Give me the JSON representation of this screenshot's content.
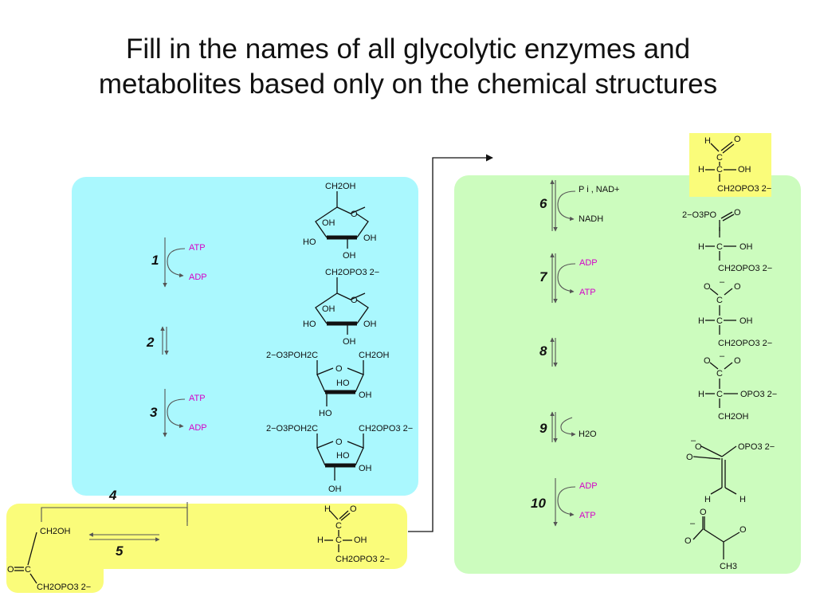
{
  "title": {
    "line1": "Fill in the names of all glycolytic enzymes and",
    "line2": "metabolites based only on the chemical structures"
  },
  "colors": {
    "cyan_panel": "#aaf8fe",
    "yellow_panel": "#fafc7a",
    "green_panel": "#ccfcbe",
    "cofactor_magenta": "#d400c8"
  },
  "steps": {
    "s1": "1",
    "s2": "2",
    "s3": "3",
    "s4": "4",
    "s5": "5",
    "s6": "6",
    "s7": "7",
    "s8": "8",
    "s9": "9",
    "s10": "10"
  },
  "cofactors": {
    "atp": "ATP",
    "adp": "ADP",
    "pi_nad": "P i , NAD+",
    "nadh": "NADH",
    "h2o": "H2O"
  },
  "atoms": {
    "ch2oh": "CH2OH",
    "ch2opo3": "CH2OPO3 2−",
    "o3poh2c": "2−O3POH2C",
    "o3poc": "2−O3PO",
    "oh": "OH",
    "ho": "HO",
    "o": "O",
    "h": "H",
    "c": "C",
    "ch3": "CH3",
    "opo3": "OPO3 2−",
    "minus": "–"
  }
}
